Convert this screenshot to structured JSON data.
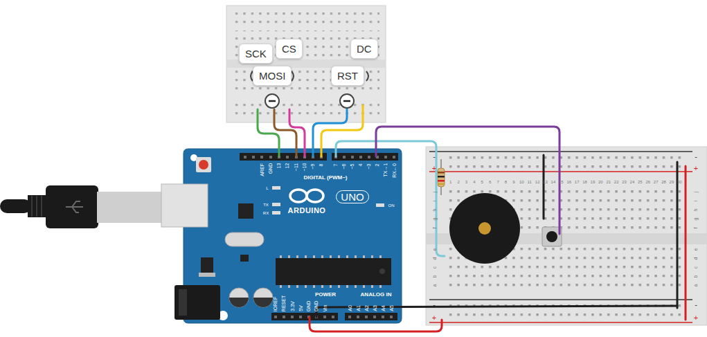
{
  "diagram": {
    "nodes": [
      {
        "text": [
          "SCK"
        ]
      },
      {
        "text": [
          "CS"
        ]
      },
      {
        "text": [
          "DC"
        ]
      },
      {
        "text": [
          "MOSI"
        ]
      },
      {
        "text": [
          "RST"
        ]
      }
    ],
    "labels": [
      "AREF",
      "GND",
      "13",
      "12",
      "~11",
      "~10",
      "~9",
      "8",
      "7",
      "~6",
      "~5",
      "4",
      "~3",
      "2",
      "TX→1",
      "RX←0",
      "DIGITAL (PWM~)",
      "L",
      "TX",
      "RX",
      "ARDUINO",
      "UNO",
      "ON",
      "POWER",
      "ANALOG IN",
      "IOREF",
      "RESET",
      "3.3V",
      "5V",
      "GND",
      "GND",
      "Vin",
      "A0",
      "A1",
      "A2",
      "A3",
      "A4",
      "A5",
      "1",
      "2",
      "3",
      "4",
      "5",
      "6",
      "7",
      "8",
      "9",
      "10",
      "11",
      "12",
      "13",
      "14",
      "15",
      "16",
      "17",
      "18",
      "19",
      "20",
      "21",
      "22",
      "23",
      "24",
      "25",
      "26",
      "27",
      "28",
      "29",
      "30",
      "j",
      "i",
      "h",
      "g",
      "f",
      "e",
      "d",
      "c",
      "b",
      "a",
      "j",
      "i",
      "h",
      "g",
      "f",
      "e",
      "d",
      "c",
      "b",
      "a",
      "-",
      "-",
      "+",
      "+",
      "-",
      "-",
      "+",
      "+"
    ]
  }
}
